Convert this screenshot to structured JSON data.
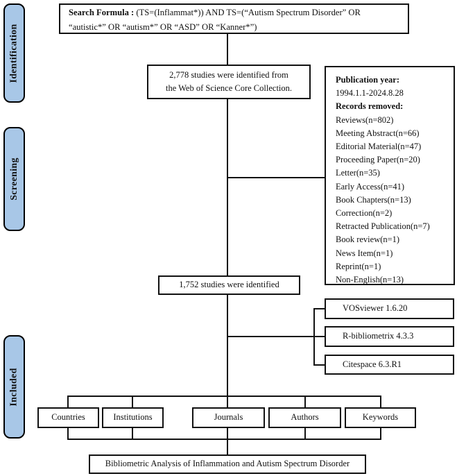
{
  "stages": [
    {
      "label": "Identification"
    },
    {
      "label": "Screening"
    },
    {
      "label": "Included"
    }
  ],
  "search_box": {
    "bold_label": "Search Formula :",
    "line1_rest": " (TS=(Inflammat*)) AND TS=(“Autism Spectrum Disorder” OR",
    "line2": "“autistic*” OR “autism*” OR “ASD” OR “Kanner*”)"
  },
  "wos_box": {
    "line1": "2,778 studies were identified from",
    "line2": "the Web of Science Core Collection."
  },
  "removed_box": {
    "lines": [
      {
        "text": "Publication year:",
        "bold": true
      },
      {
        "text": "1994.1.1-2024.8.28",
        "bold": false
      },
      {
        "text": "Records removed:",
        "bold": true
      },
      {
        "text": "Reviews(n=802)",
        "bold": false
      },
      {
        "text": "Meeting Abstract(n=66)",
        "bold": false
      },
      {
        "text": "Editorial Material(n=47)",
        "bold": false
      },
      {
        "text": "Proceeding Paper(n=20)",
        "bold": false
      },
      {
        "text": "Letter(n=35)",
        "bold": false
      },
      {
        "text": "Early Access(n=41)",
        "bold": false
      },
      {
        "text": "Book Chapters(n=13)",
        "bold": false
      },
      {
        "text": "Correction(n=2)",
        "bold": false
      },
      {
        "text": "Retracted Publication(n=7)",
        "bold": false
      },
      {
        "text": "Book review(n=1)",
        "bold": false
      },
      {
        "text": "News Item(n=1)",
        "bold": false
      },
      {
        "text": "Reprint(n=1)",
        "bold": false
      },
      {
        "text": "Non-English(n=13)",
        "bold": false
      }
    ]
  },
  "identified_box": {
    "label": "1,752 studies were identified"
  },
  "tools": [
    {
      "label": "VOSviewer 1.6.20"
    },
    {
      "label": "R-bibliometrix 4.3.3"
    },
    {
      "label": "Citespace 6.3.R1"
    }
  ],
  "analysis": {
    "items": [
      "Countries",
      "Institutions",
      "Journals",
      "Authors",
      "Keywords"
    ]
  },
  "conclusion": {
    "label": "Bibliometric Analysis of Inflammation and Autism Spectrum Disorder"
  },
  "colors": {
    "stage_fill": "#a8c7e7",
    "line": "#111111",
    "border": "#111111"
  }
}
